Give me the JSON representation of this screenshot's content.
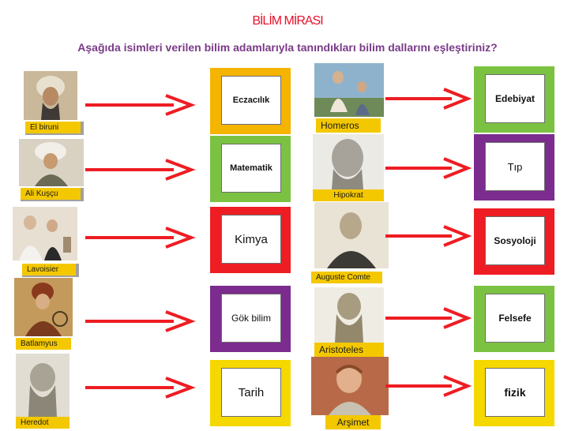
{
  "title": "BİLİM MİRASI",
  "instruction": "Aşağıda isimleri verilen bilim adamlarıyla tanındıkları bilim dallarını eşleştiriniz?",
  "left_scientists": [
    {
      "name": "El biruni"
    },
    {
      "name": "Ali Kuşçu"
    },
    {
      "name": "Lavoisier"
    },
    {
      "name": "Batlamyus"
    },
    {
      "name": "Heredot"
    }
  ],
  "middle_fields": [
    {
      "label": "Eczacılık",
      "frame_color": "#f5b400"
    },
    {
      "label": "Matematik",
      "frame_color": "#7cc242"
    },
    {
      "label": "Kimya",
      "frame_color": "#ee1d23"
    },
    {
      "label": "Gök bilim",
      "frame_color": "#7b2c8e"
    },
    {
      "label": "Tarih",
      "frame_color": "#f5d800"
    }
  ],
  "right_scientists": [
    {
      "name": "Homeros"
    },
    {
      "name": "Hipokrat"
    },
    {
      "name": "Auguste Comte"
    },
    {
      "name": "Aristoteles"
    },
    {
      "name": "Arşimet"
    }
  ],
  "right_fields": [
    {
      "label": "Edebiyat",
      "frame_color": "#7cc242"
    },
    {
      "label": "Tıp",
      "frame_color": "#7b2c8e"
    },
    {
      "label": "Sosyoloji",
      "frame_color": "#ee1d23"
    },
    {
      "label": "Felsefe",
      "frame_color": "#7cc242"
    },
    {
      "label": "fizik",
      "frame_color": "#f5d800"
    }
  ],
  "colors": {
    "arrow": "#ee1d23",
    "title": "#e8102a",
    "instruction": "#7a3a88",
    "name_label_bg": "#f4c800"
  }
}
